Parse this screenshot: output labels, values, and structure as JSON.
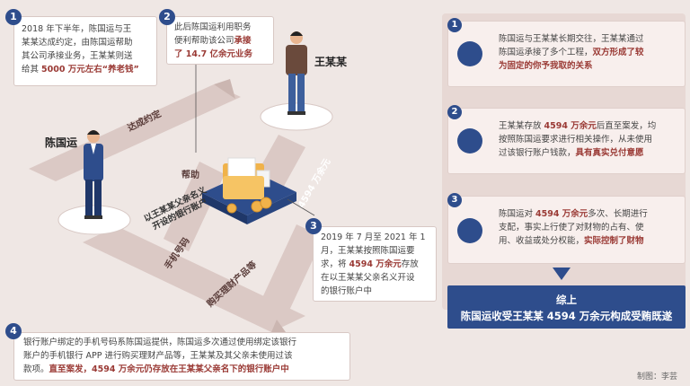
{
  "box1": {
    "num": "1",
    "lines": [
      [
        {
          "t": "2018 年下半年，陈国运与王"
        }
      ],
      [
        {
          "t": "某某达成约定，由陈国运帮助"
        }
      ],
      [
        {
          "t": "其公司承接业务，王某某则送"
        }
      ],
      [
        {
          "t": "给其 "
        },
        {
          "t": "5000 万元左右“养老钱”",
          "h": true
        }
      ]
    ]
  },
  "box2": {
    "num": "2",
    "lines": [
      [
        {
          "t": "此后陈国运利用职务"
        }
      ],
      [
        {
          "t": "便利帮助该公司"
        },
        {
          "t": "承接",
          "h": true
        }
      ],
      [
        {
          "t": "了 14.7 亿余元业务",
          "h": true
        }
      ]
    ]
  },
  "box3": {
    "num": "3",
    "lines": [
      [
        {
          "t": "2019 年 7 月至 2021 年 1"
        }
      ],
      [
        {
          "t": "月，王某某按照陈国运要"
        }
      ],
      [
        {
          "t": "求，将 "
        },
        {
          "t": "4594 万余元",
          "h": true
        },
        {
          "t": "存放"
        }
      ],
      [
        {
          "t": "在以王某某父亲名义开设"
        }
      ],
      [
        {
          "t": "的银行账户中"
        }
      ]
    ]
  },
  "box4": {
    "num": "4",
    "lines": [
      [
        {
          "t": "银行账户绑定的手机号码系陈国运提供，陈国运多次通过使用绑定该银行"
        }
      ],
      [
        {
          "t": "账户的手机银行 APP 进行购买理财产品等，王某某及其父亲未使用过该"
        }
      ],
      [
        {
          "t": "款项。"
        },
        {
          "t": "直至案发，4594 万余元仍存放在王某某父亲名下的银行账户中",
          "h": true
        }
      ]
    ]
  },
  "people": {
    "chen": "陈国运",
    "wang": "王某某"
  },
  "flow": {
    "agreement": "达成约定",
    "help": "帮助",
    "amount": "4594 万余元",
    "phone": "手机号码",
    "buy": "购买理财产品等",
    "account": [
      "以王某某父亲名义",
      "开设的银行账户"
    ]
  },
  "right": [
    {
      "num": "1",
      "icon": "handshake-icon",
      "lines": [
        [
          {
            "t": "陈国运与王某某长期交往，王某某通过"
          }
        ],
        [
          {
            "t": "陈国运承接了多个工程，"
          },
          {
            "t": "双方形成了较",
            "h": true
          }
        ],
        [
          {
            "t": "为固定的你予我取的关系",
            "h": true
          }
        ]
      ]
    },
    {
      "num": "2",
      "icon": "hand-card-icon",
      "lines": [
        [
          {
            "t": "王某某存放 "
          },
          {
            "t": "4594 万余元",
            "h": true
          },
          {
            "t": "后直至案发，均"
          }
        ],
        [
          {
            "t": "按照陈国运要求进行相关操作，从未使用"
          }
        ],
        [
          {
            "t": "过该银行账户钱款，"
          },
          {
            "t": "具有真实兑付意愿",
            "h": true
          }
        ]
      ]
    },
    {
      "num": "3",
      "icon": "phone-money-icon",
      "lines": [
        [
          {
            "t": "陈国运对 "
          },
          {
            "t": "4594 万余元",
            "h": true
          },
          {
            "t": "多次、长期进行"
          }
        ],
        [
          {
            "t": "支配，事实上行使了对财物的占有、使"
          }
        ],
        [
          {
            "t": "用、收益或处分权能，"
          },
          {
            "t": "实际控制了财物",
            "h": true
          }
        ]
      ]
    }
  ],
  "conclusion": {
    "title": "综上",
    "text": "陈国运收受王某某 4594 万余元构成受贿既遂"
  },
  "credit": "制图：李芸",
  "colors": {
    "background": "#efe7e4",
    "flow_band": "#dbc9c5",
    "accent_navy": "#2e4d8c",
    "highlight_red": "#9a3a35"
  }
}
